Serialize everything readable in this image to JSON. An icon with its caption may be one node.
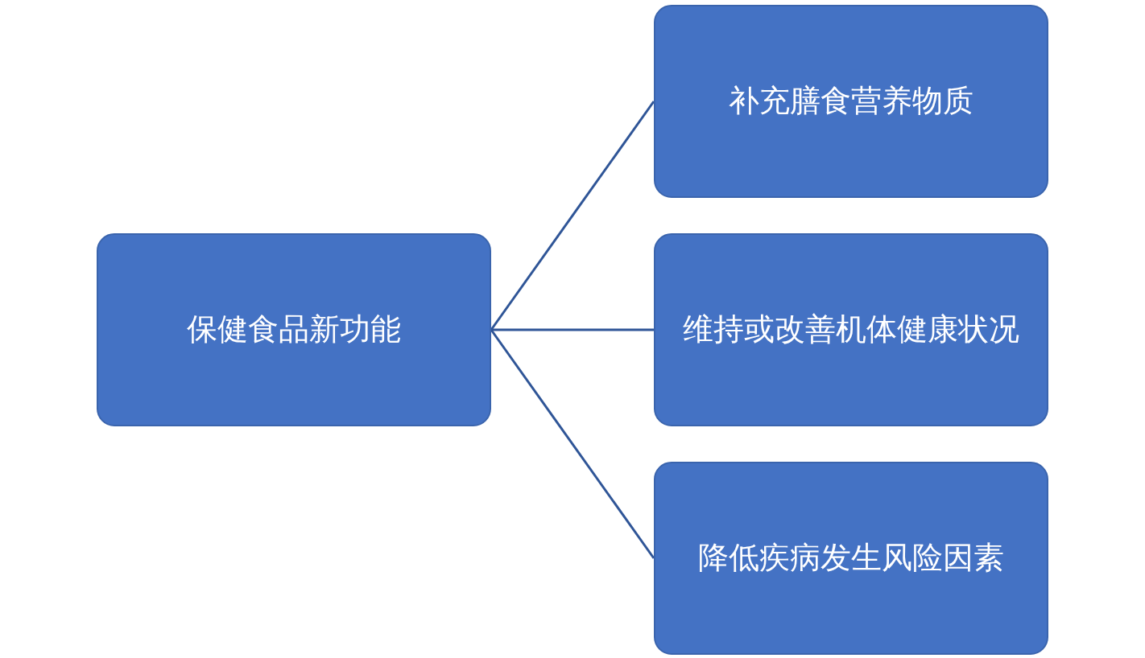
{
  "diagram": {
    "nodes": [
      {
        "text": [
          "保健食品新功能"
        ]
      },
      {
        "text": [
          "补充膳食营养物质"
        ]
      },
      {
        "text": [
          "维持或改善机体健康状况"
        ]
      },
      {
        "text": [
          "降低疾病发生风险因素"
        ]
      }
    ],
    "edges": [
      {
        "from": 0,
        "to": 1,
        "arrow": "none"
      },
      {
        "from": 0,
        "to": 2,
        "arrow": "none"
      },
      {
        "from": 0,
        "to": 3,
        "arrow": "none"
      }
    ]
  }
}
